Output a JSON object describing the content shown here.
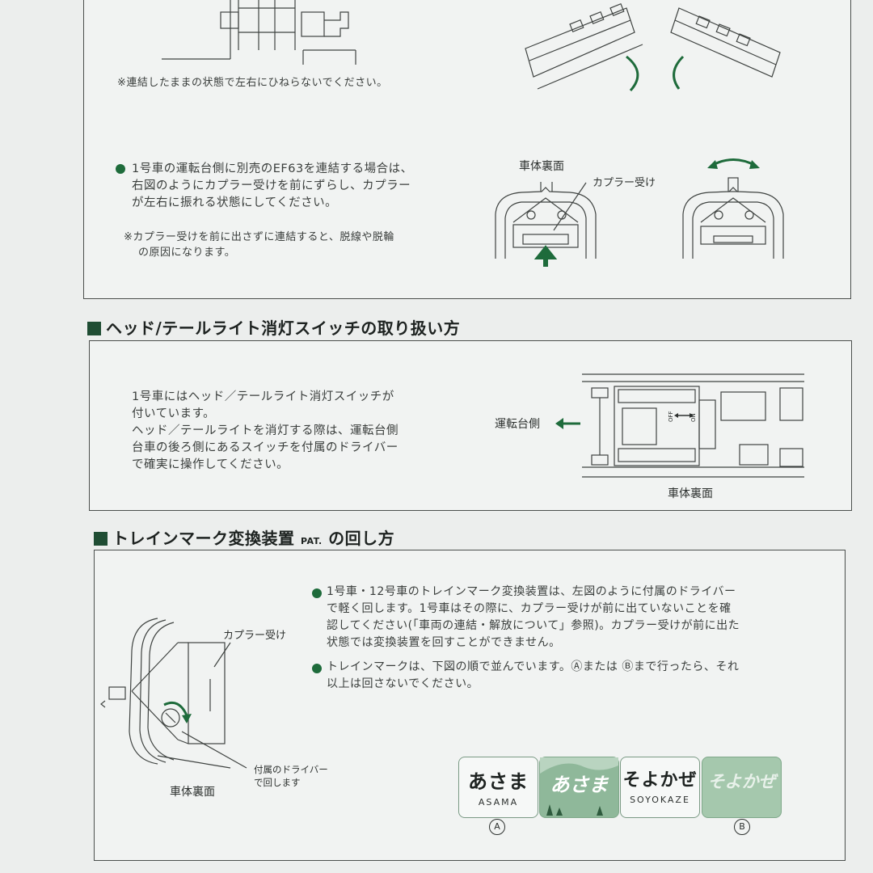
{
  "section_top": {
    "note_twist": "※連結したままの状態で左右にひねらないでください。",
    "bullet_lines": [
      "1号車の運転台側に別売のEF63を連結する場合は、",
      "右図のようにカプラー受けを前にずらし、カプラー",
      "が左右に振れる状態にしてください。"
    ],
    "note_lines": [
      "※カプラー受けを前に出さずに連結すると、脱線や脱輪",
      "の原因になります。"
    ],
    "label_underside": "車体裏面",
    "label_coupler_receiver": "カプラー受け"
  },
  "section_light": {
    "heading": "ヘッド/テールライト消灯スイッチの取り扱い方",
    "body_lines": [
      "1号車にはヘッド／テールライト消灯スイッチが",
      "付いています。",
      "ヘッド／テールライトを消灯する際は、運転台側",
      "台車の後ろ側にあるスイッチを付属のドライバー",
      "で確実に操作してください。"
    ],
    "label_cab_side": "運転台側",
    "label_underside": "車体裏面",
    "switch_off": "OFF",
    "switch_on": "ON"
  },
  "section_trainmark": {
    "heading": "トレインマーク変換装置",
    "heading_pat": "PAT.",
    "heading_tail": "の回し方",
    "bullet1_lines": [
      "1号車・12号車のトレインマーク変換装置は、左図のように付属のドライバー",
      "で軽く回します。1号車はその際に、カプラー受けが前に出ていないことを確",
      "認してください(「車両の連結・解放について」参照)。カプラー受けが前に出た",
      "状態では変換装置を回すことができません。"
    ],
    "bullet2_lines": [
      "トレインマークは、下図の順で並んでいます。Ⓐまたは Ⓑまで行ったら、それ",
      "以上は回さないでください。"
    ],
    "label_coupler_receiver": "カプラー受け",
    "label_driver_lines": [
      "付属のドライバー",
      "で回します"
    ],
    "label_underside": "車体裏面",
    "marks": [
      {
        "main": "あさま",
        "sub": "ASAMA",
        "style": "plain"
      },
      {
        "main": "あさま",
        "sub": "",
        "style": "illustrated"
      },
      {
        "main": "そよかぜ",
        "sub": "SOYOKAZE",
        "style": "plain"
      },
      {
        "main": "そよかぜ",
        "sub": "",
        "style": "illustrated"
      }
    ],
    "marker_a": "A",
    "marker_b": "B"
  },
  "colors": {
    "accent_green": "#1e6b3b",
    "line": "#4b4f4d",
    "paper": "#eceeed"
  }
}
